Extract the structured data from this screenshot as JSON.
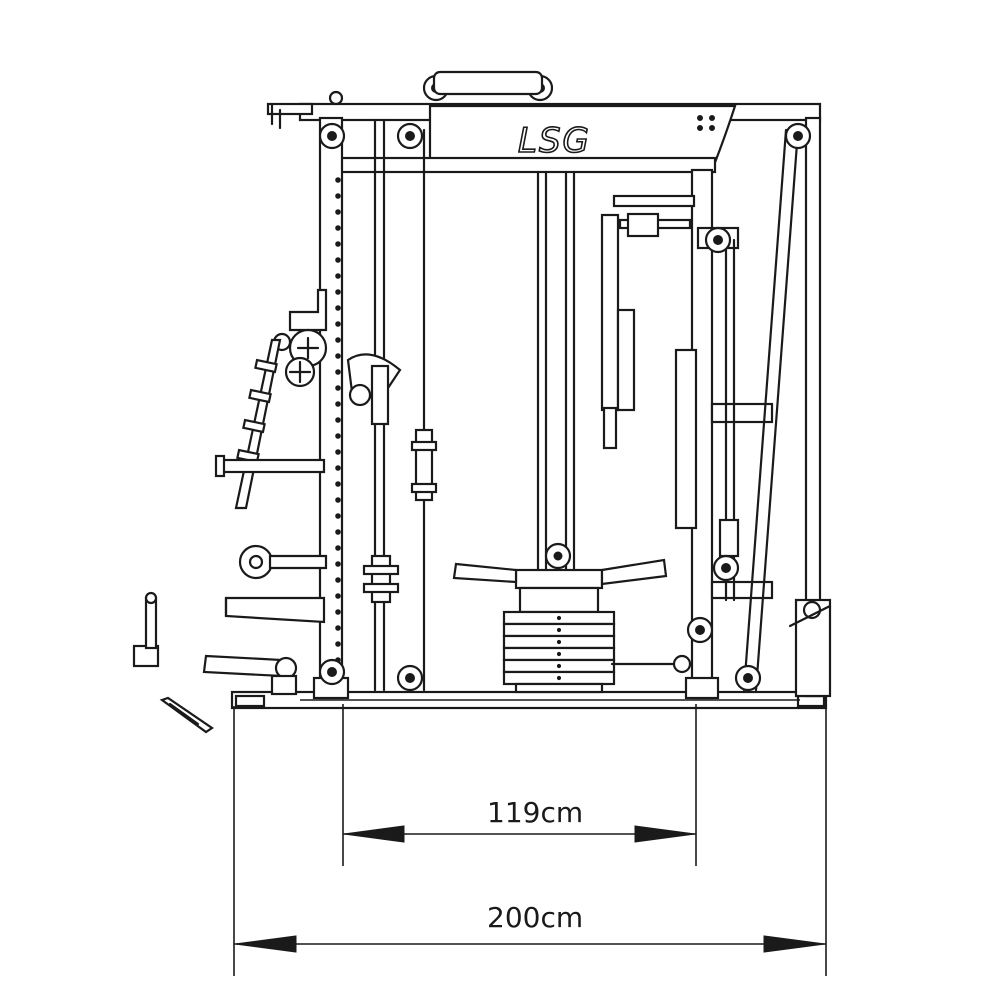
{
  "brand": {
    "logo_text": "LSG"
  },
  "dimensions": {
    "inner_width": {
      "label": "119cm",
      "value": 119,
      "unit": "cm"
    },
    "total_width": {
      "label": "200cm",
      "value": 200,
      "unit": "cm"
    }
  },
  "colors": {
    "line": "#1a1a1a",
    "background": "#ffffff"
  }
}
